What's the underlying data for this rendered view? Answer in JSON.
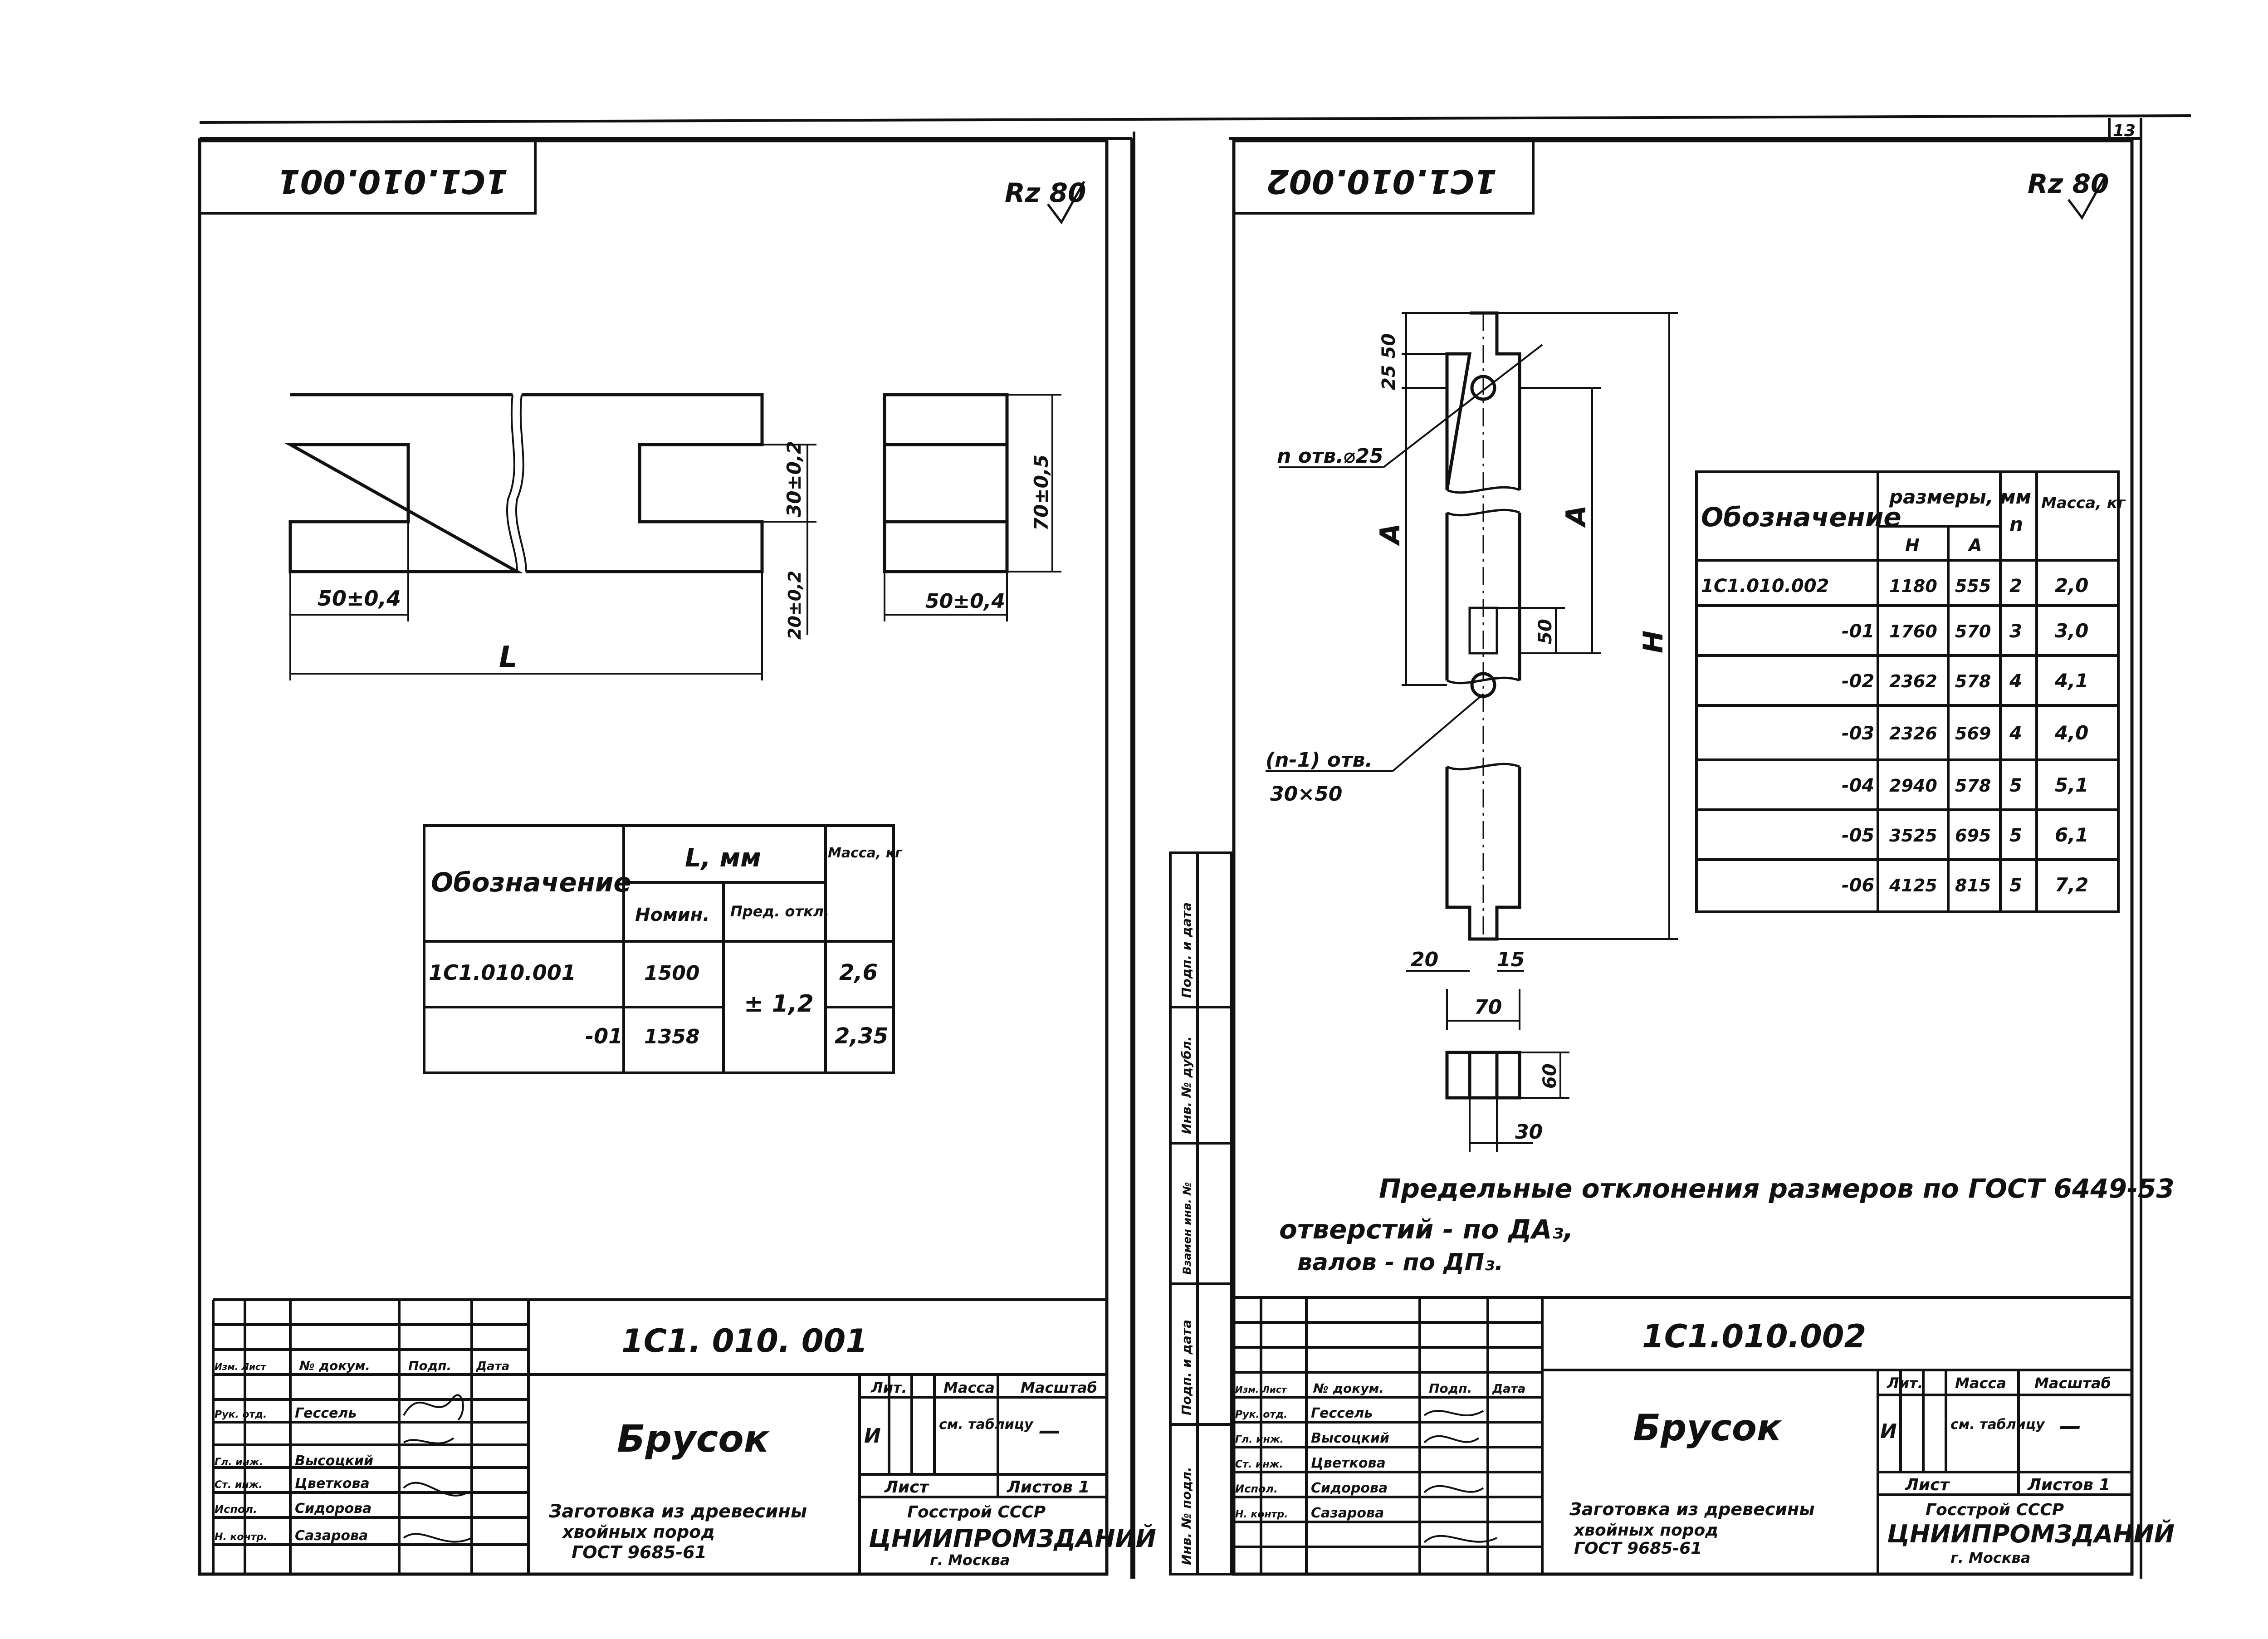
{
  "page_number": "13",
  "sheet1": {
    "code_top": "1С1.010.001",
    "roughness": "Rz 80",
    "dims": {
      "length": "L",
      "width_left": "50±0,4",
      "depth": "30±0,2",
      "bottom": "20±0,2",
      "end_width": "50±0,4",
      "end_height": "70±0,5"
    },
    "table": {
      "col_designation": "Обозначение",
      "col_L": "L, мм",
      "col_nom": "Номин.",
      "col_dev": "Пред. откл.",
      "col_mass": "Масса, кг",
      "rows": [
        {
          "designation": "1С1.010.001",
          "nominal": "1500",
          "deviation": "± 1,2",
          "mass": "2,6"
        },
        {
          "designation": "-01",
          "nominal": "1358",
          "deviation": "",
          "mass": "2,35"
        }
      ]
    },
    "title_block": {
      "code": "1С1. 010. 001",
      "name": "Брусок",
      "material": [
        "Заготовка из древесины",
        "хвойных пород",
        "ГОСТ 9685-61"
      ],
      "lit_label": "Лит.",
      "mass_label": "Масса",
      "scale_label": "Масштаб",
      "lit_value": "И",
      "mass_value": "см. таблицу",
      "scale_value": "—",
      "sheet_label": "Лист",
      "sheets_label": "Листов 1",
      "org": [
        "Госстрой СССР",
        "ЦНИИПРОМЗДАНИЙ",
        "г. Москва"
      ],
      "head": [
        "Изм. Лист",
        "№ докум.",
        "Подп.",
        "Дата"
      ],
      "roles": [
        "Рук. отд.",
        "Гл. инж.",
        "Ст. инж.",
        "Испол.",
        "Н. контр."
      ],
      "people": [
        "Гессель",
        "Высоцкий",
        "Цветкова",
        "Сидорова",
        "Сазарова"
      ]
    }
  },
  "sheet2": {
    "code_top": "1С1.010.002",
    "roughness": "Rz 80",
    "dims": {
      "top": "25 50",
      "a_left": "A",
      "a_right": "A",
      "h": "H",
      "slot": "50",
      "b1": "20",
      "b2": "15",
      "b3": "70",
      "s1": "60",
      "s2": "30"
    },
    "callout_holes": "n отв.⌀25",
    "callout_slots": [
      "(n-1) отв.",
      "30×50"
    ],
    "table": {
      "col_designation": "Обозначение",
      "col_dims": "размеры, мм",
      "col_h": "Н",
      "col_a": "А",
      "col_n": "n",
      "col_mass": "Масса, кг",
      "rows": [
        {
          "designation": "1С1.010.002",
          "h": "1180",
          "a": "555",
          "n": "2",
          "mass": "2,0"
        },
        {
          "designation": "-01",
          "h": "1760",
          "a": "570",
          "n": "3",
          "mass": "3,0"
        },
        {
          "designation": "-02",
          "h": "2362",
          "a": "578",
          "n": "4",
          "mass": "4,1"
        },
        {
          "designation": "-03",
          "h": "2326",
          "a": "569",
          "n": "4",
          "mass": "4,0"
        },
        {
          "designation": "-04",
          "h": "2940",
          "a": "578",
          "n": "5",
          "mass": "5,1"
        },
        {
          "designation": "-05",
          "h": "3525",
          "a": "695",
          "n": "5",
          "mass": "6,1"
        },
        {
          "designation": "-06",
          "h": "4125",
          "a": "815",
          "n": "5",
          "mass": "7,2"
        }
      ]
    },
    "note": [
      "Предельные отклонения размеров по ГОСТ 6449-53",
      "отверстий - по ДА₃,",
      "валов - по ДП₃."
    ],
    "side_labels": [
      "Подп. и дата",
      "Инв. № дубл.",
      "Взамен инв. №",
      "Подп. и дата",
      "Инв. № подл."
    ],
    "title_block": {
      "code": "1С1.010.002",
      "name": "Брусок",
      "material": [
        "Заготовка из древесины",
        "хвойных пород",
        "ГОСТ 9685-61"
      ],
      "lit_label": "Лит.",
      "mass_label": "Масса",
      "scale_label": "Масштаб",
      "lit_value": "И",
      "mass_value": "см. таблицу",
      "scale_value": "—",
      "sheet_label": "Лист",
      "sheets_label": "Листов 1",
      "org": [
        "Госстрой СССР",
        "ЦНИИПРОМЗДАНИЙ",
        "г. Москва"
      ],
      "head": [
        "Изм. Лист",
        "№ докум.",
        "Подп.",
        "Дата"
      ],
      "roles": [
        "Рук. отд.",
        "Гл. инж.",
        "Ст. инж.",
        "Испол.",
        "Н. контр."
      ],
      "people": [
        "Гессель",
        "Высоцкий",
        "Цветкова",
        "Сидорова",
        "Сазарова"
      ]
    }
  }
}
